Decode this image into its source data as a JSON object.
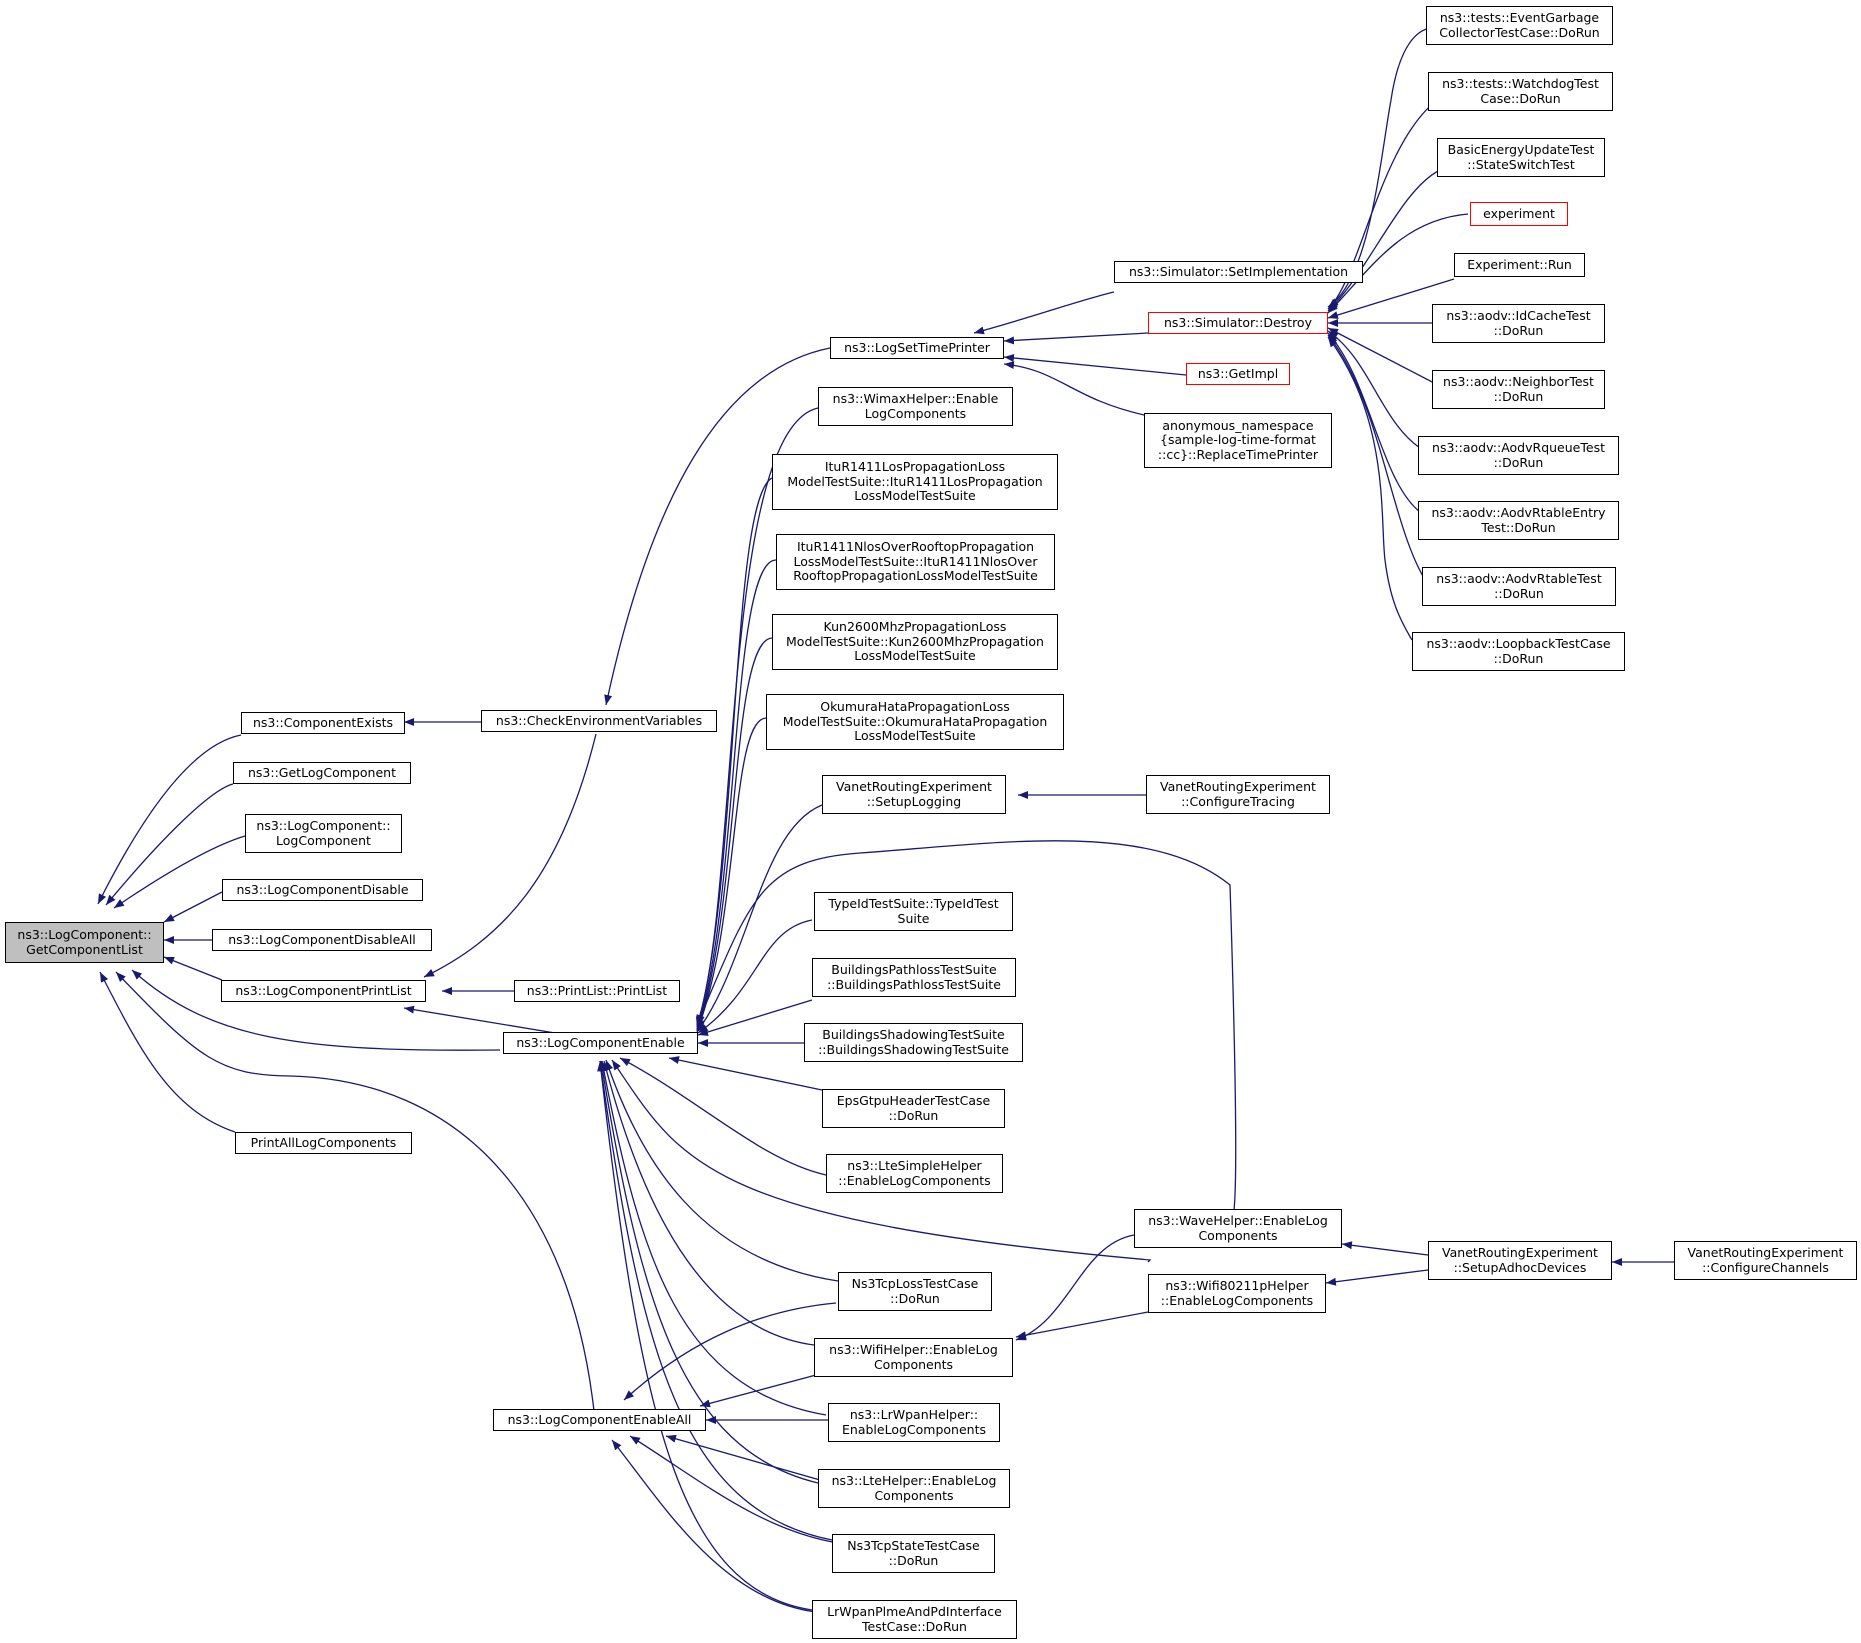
{
  "colors": {
    "edge": "#191970",
    "node_border": "#000000",
    "root_fill": "#bfbfbf",
    "truncated_border": "#ff0000"
  },
  "nodes": {
    "root": "ns3::LogComponent::\nGetComponentList",
    "component_exists": "ns3::ComponentExists",
    "get_log_component": "ns3::GetLogComponent",
    "log_component_ctor": "ns3::LogComponent::\nLogComponent",
    "log_component_disable": "ns3::LogComponentDisable",
    "log_component_disable_all": "ns3::LogComponentDisableAll",
    "log_component_print_list": "ns3::LogComponentPrintList",
    "log_component_enable": "ns3::LogComponentEnable",
    "log_component_enable_all": "ns3::LogComponentEnableAll",
    "print_all_log_components": "PrintAllLogComponents",
    "check_environment_variables": "ns3::CheckEnvironmentVariables",
    "print_list_ctor": "ns3::PrintList::PrintList",
    "log_set_time_printer": "ns3::LogSetTimePrinter",
    "wimax_enable_log": "ns3::WimaxHelper::Enable\nLogComponents",
    "itu_los_suite": "ItuR1411LosPropagationLoss\nModelTestSuite::ItuR1411LosPropagation\nLossModelTestSuite",
    "itu_nlos_suite": "ItuR1411NlosOverRooftopPropagation\nLossModelTestSuite::ItuR1411NlosOver\nRooftopPropagationLossModelTestSuite",
    "kun_suite": "Kun2600MhzPropagationLoss\nModelTestSuite::Kun2600MhzPropagation\nLossModelTestSuite",
    "okumura_suite": "OkumuraHataPropagationLoss\nModelTestSuite::OkumuraHataPropagation\nLossModelTestSuite",
    "vanet_setup_logging": "VanetRoutingExperiment\n::SetupLogging",
    "typeid_suite": "TypeIdTestSuite::TypeIdTest\nSuite",
    "buildings_pathloss_suite": "BuildingsPathlossTestSuite\n::BuildingsPathlossTestSuite",
    "buildings_shadowing_suite": "BuildingsShadowingTestSuite\n::BuildingsShadowingTestSuite",
    "eps_gtpu_test": "EpsGtpuHeaderTestCase\n::DoRun",
    "lte_simple_helper": "ns3::LteSimpleHelper\n::EnableLogComponents",
    "ns3tcp_loss_test": "Ns3TcpLossTestCase\n::DoRun",
    "wifi_helper_enable_log": "ns3::WifiHelper::EnableLog\nComponents",
    "lrwpan_helper": "ns3::LrWpanHelper::\nEnableLogComponents",
    "lte_helper_enable_log": "ns3::LteHelper::EnableLog\nComponents",
    "ns3tcp_state_test": "Ns3TcpStateTestCase\n::DoRun",
    "lrwpan_plme_test": "LrWpanPlmeAndPdInterface\nTestCase::DoRun",
    "simulator_set_impl": "ns3::Simulator::SetImplementation",
    "simulator_destroy": "ns3::Simulator::Destroy",
    "get_impl": "ns3::GetImpl",
    "replace_time_printer": "anonymous_namespace\n{sample-log-time-format\n::cc}::ReplaceTimePrinter",
    "vanet_configure_tracing": "VanetRoutingExperiment\n::ConfigureTracing",
    "wave_helper_enable_log": "ns3::WaveHelper::EnableLog\nComponents",
    "wifi80211p_helper": "ns3::Wifi80211pHelper\n::EnableLogComponents",
    "vanet_setup_adhoc": "VanetRoutingExperiment\n::SetupAdhocDevices",
    "vanet_configure_channels": "VanetRoutingExperiment\n::ConfigureChannels",
    "event_garbage_test": "ns3::tests::EventGarbage\nCollectorTestCase::DoRun",
    "watchdog_test": "ns3::tests::WatchdogTest\nCase::DoRun",
    "basic_energy_test": "BasicEnergyUpdateTest\n::StateSwitchTest",
    "experiment": "experiment",
    "experiment_run": "Experiment::Run",
    "aodv_idcache_test": "ns3::aodv::IdCacheTest\n::DoRun",
    "aodv_neighbor_test": "ns3::aodv::NeighborTest\n::DoRun",
    "aodv_rqueue_test": "ns3::aodv::AodvRqueueTest\n::DoRun",
    "aodv_rtable_entry_test": "ns3::aodv::AodvRtableEntry\nTest::DoRun",
    "aodv_rtable_test": "ns3::aodv::AodvRtableTest\n::DoRun",
    "aodv_loopback_test": "ns3::aodv::LoopbackTestCase\n::DoRun"
  }
}
